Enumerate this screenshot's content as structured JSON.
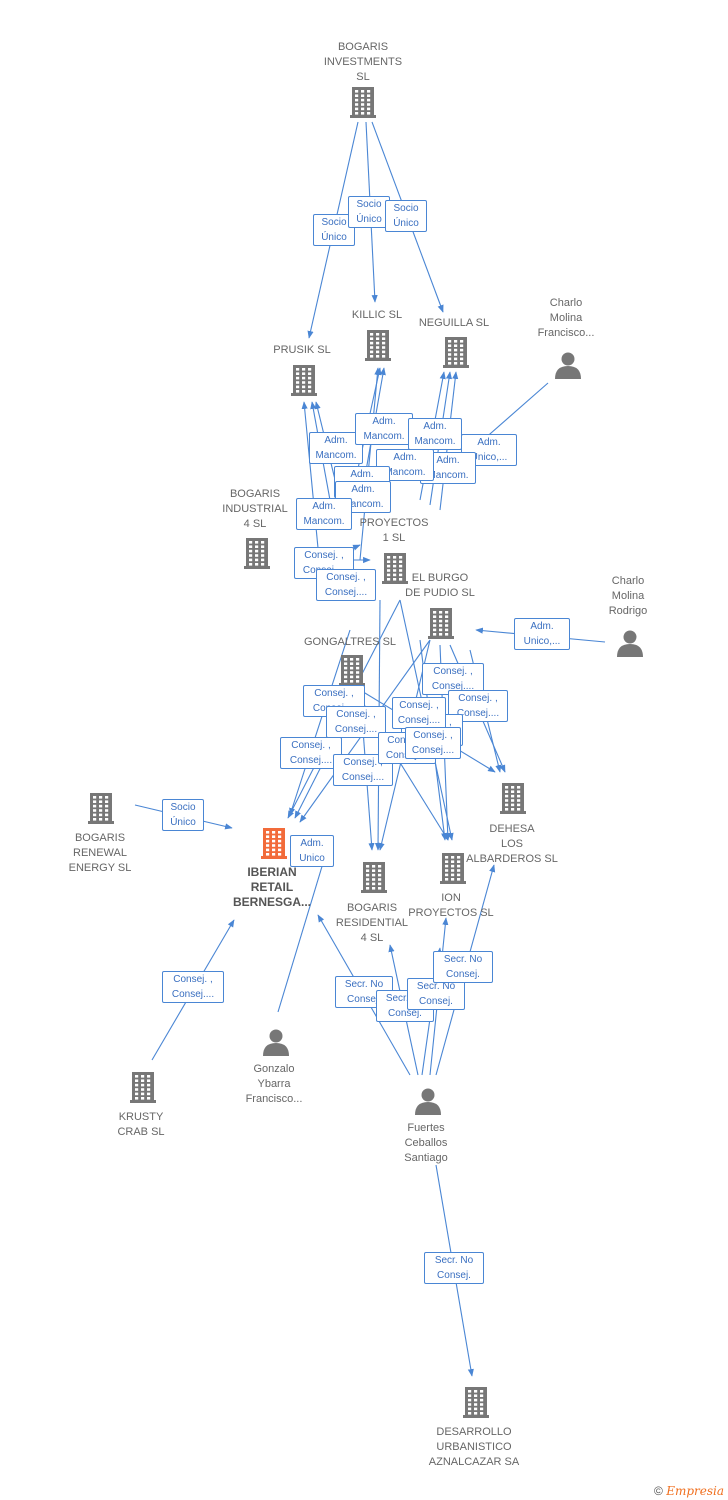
{
  "colors": {
    "edge": "#4a86d4",
    "node": "#777777",
    "focus": "#f26b3a"
  },
  "nodes": [
    {
      "id": "bogaris_investments",
      "label": "BOGARIS\nINVESTMENTS\nSL",
      "type": "company"
    },
    {
      "id": "killic",
      "label": "KILLIC SL",
      "type": "company"
    },
    {
      "id": "neguilla",
      "label": "NEGUILLA SL",
      "type": "company"
    },
    {
      "id": "prusik",
      "label": "PRUSIK SL",
      "type": "company"
    },
    {
      "id": "charlo_francisco",
      "label": "Charlo\nMolina\nFrancisco...",
      "type": "person"
    },
    {
      "id": "bogaris_industrial",
      "label": "BOGARIS\nINDUSTRIAL\n4 SL",
      "type": "company"
    },
    {
      "id": "proyectos1",
      "label": "PROYECTOS\n1 SL",
      "type": "company"
    },
    {
      "id": "el_burgo",
      "label": "EL BURGO\nDE PUDIO SL",
      "type": "company"
    },
    {
      "id": "charlo_rodrigo",
      "label": "Charlo\nMolina\nRodrigo",
      "type": "person"
    },
    {
      "id": "gongaltres",
      "label": "GONGALTRES SL",
      "type": "company"
    },
    {
      "id": "bogaris_renewal",
      "label": "BOGARIS\nRENEWAL\nENERGY  SL",
      "type": "company"
    },
    {
      "id": "iberian",
      "label": "IBERIAN\nRETAIL\nBERNESGA...",
      "type": "company",
      "focus": true
    },
    {
      "id": "dehesa",
      "label": "DEHESA\nLOS\nALBARDEROS SL",
      "type": "company"
    },
    {
      "id": "bogaris_residential",
      "label": "BOGARIS\nRESIDENTIAL\n4 SL",
      "type": "company"
    },
    {
      "id": "ion",
      "label": "ION\nPROYECTOS SL",
      "type": "company"
    },
    {
      "id": "krusty",
      "label": "KRUSTY\nCRAB  SL",
      "type": "company"
    },
    {
      "id": "gonzalo",
      "label": "Gonzalo\nYbarra\nFrancisco...",
      "type": "person"
    },
    {
      "id": "fuertes",
      "label": "Fuertes\nCeballos\nSantiago",
      "type": "person"
    },
    {
      "id": "desarrollo",
      "label": "DESARROLLO\nURBANISTICO\nAZNALCAZAR SA",
      "type": "company"
    }
  ],
  "edge_labels": [
    "Socio\nÚnico",
    "Socio\nÚnico",
    "Socio\nÚnico",
    "Adm.\nMancom.",
    "Adm.\nMancom.",
    "Adm.\nMancom.",
    "Adm.\nUnico,...",
    "Adm.\nMancom.",
    "Adm.\nMancom.",
    "Adm.\nMancom.",
    "Adm.\nMancom.",
    "Adm.\nMancom.",
    "Consej. ,\nConsej....",
    "Consej. ,\nConsej....",
    "Adm.\nUnico,...",
    "Consej. ,\nConsej....",
    "Consej. ,\nConsej....",
    "Consej. ,\nConsej....",
    "Consej. ,\nConsej....",
    "Consej. ,\nConsej....",
    "Consej. ,\nConsej....",
    "Consej. ,\nConsej....",
    "Consej. ,\nConsej....",
    "Consej. ,\nConsej....",
    "Consej. ,\nConsej....",
    "Socio\nÚnico",
    "Adm.\nUnico",
    "Consej. ,\nConsej....",
    "Secr.  No\nConsej.",
    "Secr.  No\nConsej.",
    "Secr.  No\nConsej.",
    "Secr.  No\nConsej.",
    "Secr.  No\nConsej."
  ],
  "footer": {
    "copyright": "©",
    "brand": "Empresia"
  }
}
